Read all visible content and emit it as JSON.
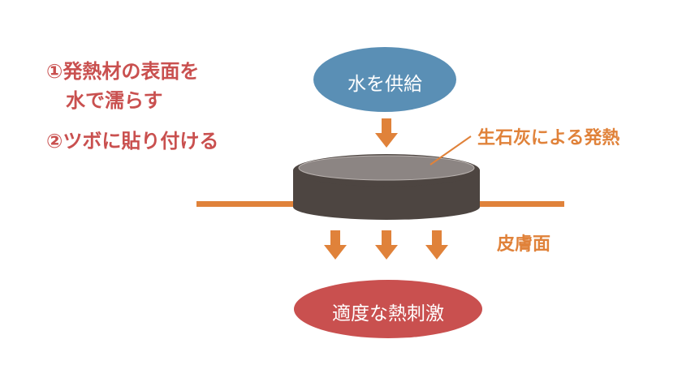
{
  "steps": [
    {
      "line1": "①発熱材の表面を",
      "line2": "水で濡らす"
    },
    {
      "line1": "②ツボに貼り付ける"
    }
  ],
  "top_ellipse": {
    "label": "水を供給",
    "color": "#5a8fb5"
  },
  "bottom_ellipse": {
    "label": "適度な熱刺激",
    "color": "#c9504f"
  },
  "annotations": {
    "heat_source": "生石灰による発熱",
    "skin_surface": "皮膚面"
  },
  "colors": {
    "arrow": "#e0823a",
    "skin_line": "#e0823a",
    "disc_side": "#4d4541",
    "disc_top": "#8c8583"
  }
}
